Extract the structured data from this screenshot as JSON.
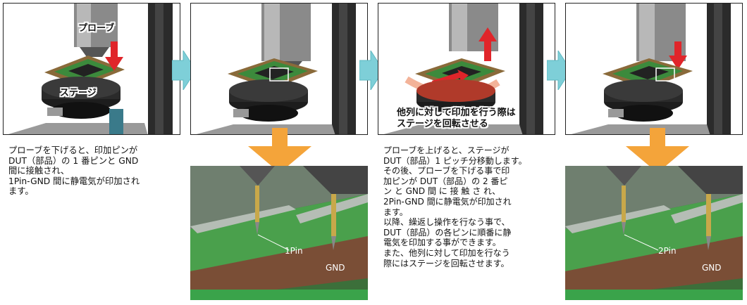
{
  "step1": {
    "probe_label": "プローブ",
    "stage_label": "ステージ",
    "description": "プローブを下げると、印加ピンが\nDUT（部品）の 1 番ピンと GND\n間に接触され、\n1Pin-GND 間に静電気が印加され\nます。"
  },
  "step3": {
    "rotate_label": "他列に対して印加を行う際は\nステージを回転させる",
    "description": "プローブを上げると、ステージが\nDUT（部品）1 ピッチ分移動します。\nその後、プローブを下げる事で印\n加ピンが DUT（部品）の 2 番ピ\nン と GND 間 に 接 触 さ れ、\n2Pin-GND 間に静電気が印加され\nます。\n以降、繰返し操作を行なう事で、\nDUT（部品）の各ピンに順番に静\n電気を印加する事ができます。\nまた、他列に対して印加を行なう\n際にはステージを回転させます。"
  },
  "closeup1": {
    "pin_label": "1Pin",
    "gnd_label": "GND"
  },
  "closeup2": {
    "pin_label": "2Pin",
    "gnd_label": "GND"
  },
  "colors": {
    "arrow_teal": "#7ecfd8",
    "arrow_orange": "#f4a43a",
    "probe_red": "#e0252a",
    "pcb_green": "#3aa34a",
    "machine_gray": "#6b6b6b"
  }
}
